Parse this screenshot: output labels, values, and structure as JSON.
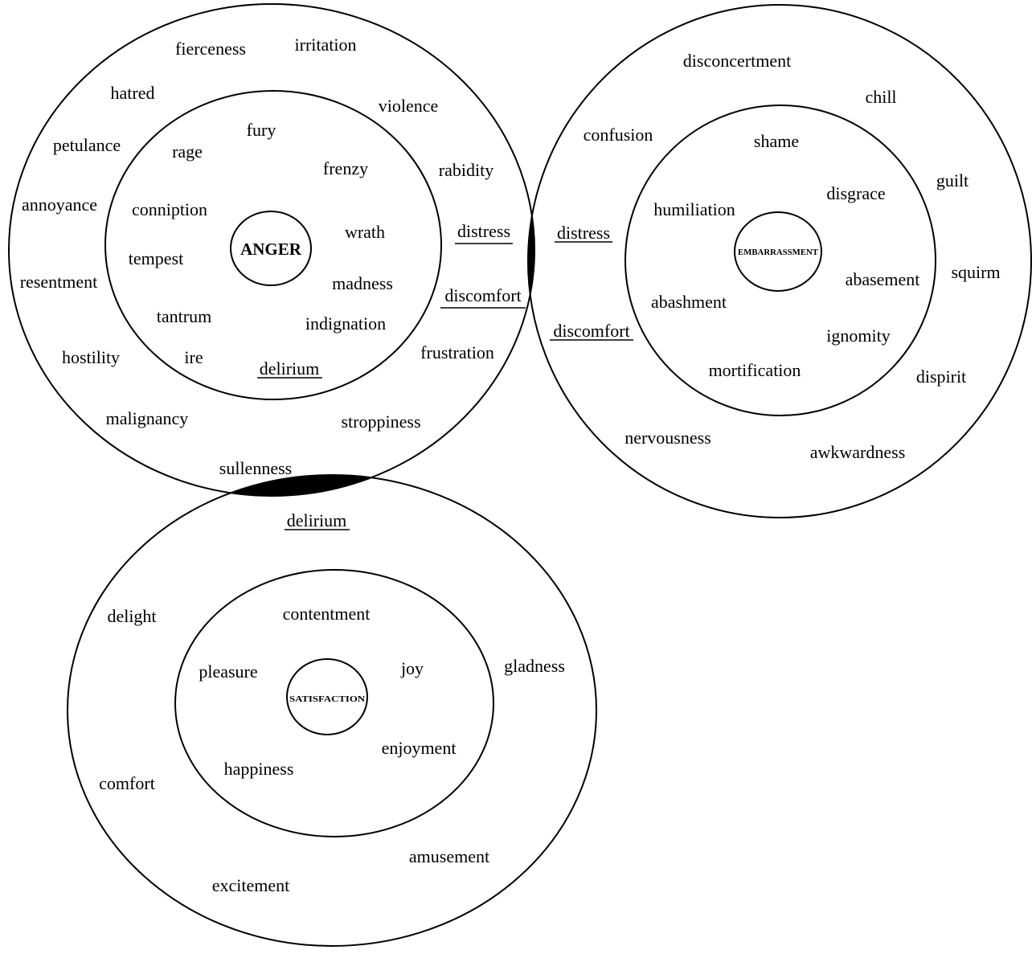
{
  "colors": {
    "background": "#ffffff",
    "ink": "#000000"
  },
  "clusters": [
    {
      "core": "ANGER",
      "inner_words": [
        "fury",
        "rage",
        "frenzy",
        "conniption",
        "wrath",
        "tempest",
        "madness",
        "tantrum",
        "indignation",
        "ire",
        "delirium"
      ],
      "outer_words": [
        "fierceness",
        "irritation",
        "hatred",
        "violence",
        "petulance",
        "rabidity",
        "annoyance",
        "distress",
        "resentment",
        "discomfort",
        "hostility",
        "frustration",
        "malignancy",
        "stroppiness",
        "sullenness"
      ],
      "underlined_words": [
        "delirium",
        "distress",
        "discomfort"
      ]
    },
    {
      "core": "EMBARRASSMENT",
      "inner_words": [
        "shame",
        "disgrace",
        "humiliation",
        "abasement",
        "abashment",
        "ignomity",
        "mortification"
      ],
      "outer_words": [
        "disconcertment",
        "chill",
        "confusion",
        "guilt",
        "distress",
        "squirm",
        "discomfort",
        "dispirit",
        "nervousness",
        "awkwardness"
      ],
      "underlined_words": [
        "distress",
        "discomfort"
      ]
    },
    {
      "core": "SATISFACTION",
      "inner_words": [
        "contentment",
        "pleasure",
        "joy",
        "enjoyment",
        "happiness"
      ],
      "outer_words": [
        "delirium",
        "delight",
        "gladness",
        "comfort",
        "amusement",
        "excitement"
      ],
      "underlined_words": [
        "delirium"
      ]
    }
  ]
}
